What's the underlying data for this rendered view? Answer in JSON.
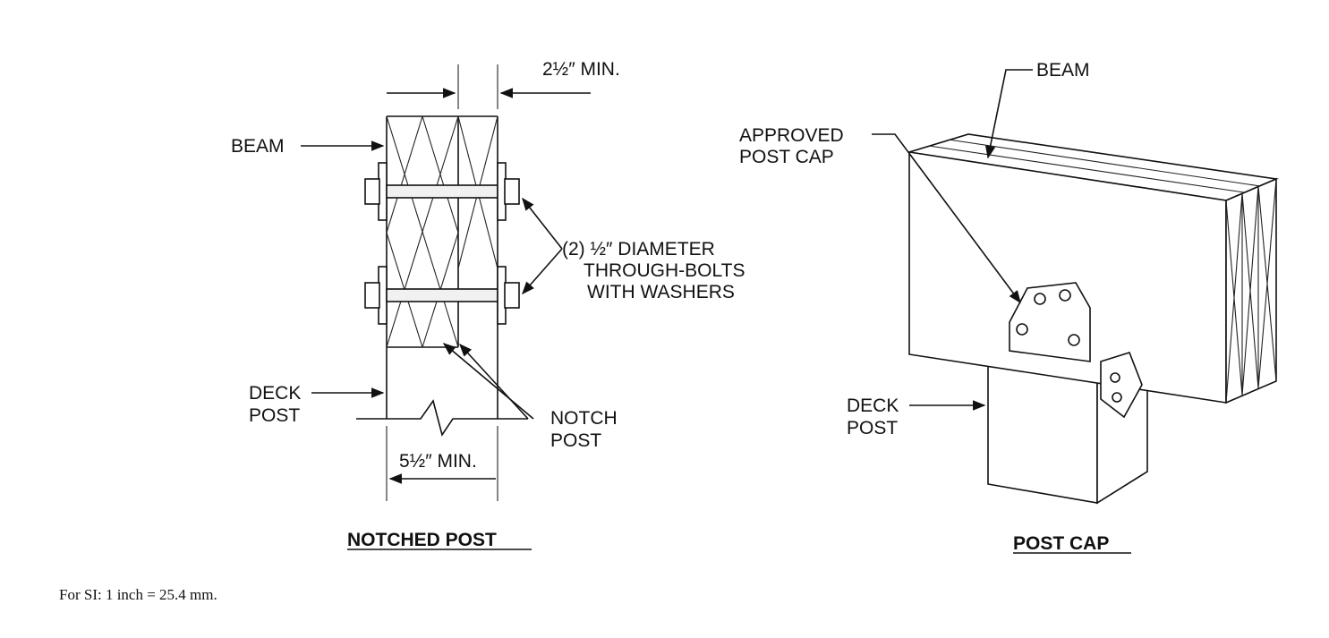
{
  "notched_post": {
    "dim_top": "2½″ MIN.",
    "beam_label": "BEAM",
    "bolts_label": [
      "(2) ½″ DIAMETER",
      "THROUGH-BOLTS",
      "WITH WASHERS"
    ],
    "deck_post_label": [
      "DECK",
      "POST"
    ],
    "notch_post_label": [
      "NOTCH",
      "POST"
    ],
    "dim_bottom": "5½″ MIN.",
    "caption": "NOTCHED POST"
  },
  "post_cap": {
    "beam_label": "BEAM",
    "post_cap_label": [
      "APPROVED",
      "POST CAP"
    ],
    "deck_post_label": [
      "DECK",
      "POST"
    ],
    "caption": "POST CAP"
  },
  "footnote": "For SI: 1 inch = 25.4 mm."
}
